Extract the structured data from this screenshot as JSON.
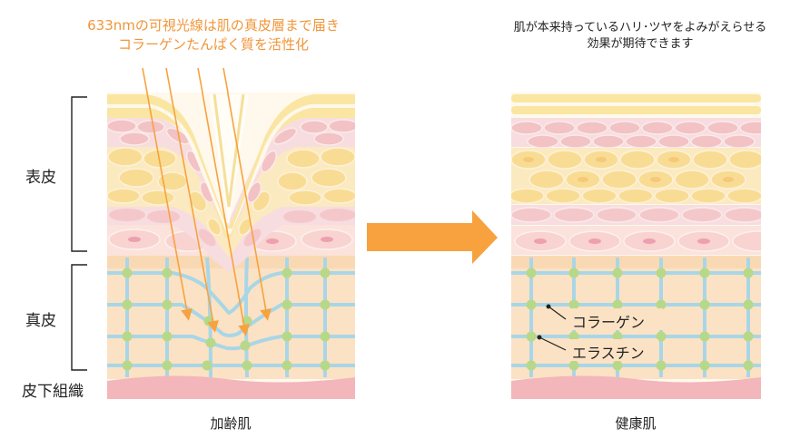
{
  "header_left": {
    "line1": "633nmの可視光線は肌の真皮層まで届き",
    "line2": "コラーゲンたんぱく質を活性化"
  },
  "header_right": {
    "line1": "肌が本来持っているハリ･ツヤをよみがえらせる",
    "line2": "効果が期待できます"
  },
  "layers": {
    "epidermis": "表皮",
    "dermis": "真皮",
    "subcutis": "皮下組織"
  },
  "captions": {
    "aging": "加齢肌",
    "healthy": "健康肌"
  },
  "legend": {
    "collagen": "コラーゲン",
    "elastin": "エラスチン"
  },
  "colors": {
    "accent_orange": "#f7a23e",
    "header_orange": "#f0963a",
    "stratum_yellow": "#fae6a2",
    "cell_pink": "#f2c2c4",
    "cell_yellow": "#f9e1a0",
    "dermis_peach": "#fbe2c4",
    "collagen_blue": "#a9d6e6",
    "elastin_green": "#b7d889",
    "subcutis_pink": "#f2b6bb"
  }
}
